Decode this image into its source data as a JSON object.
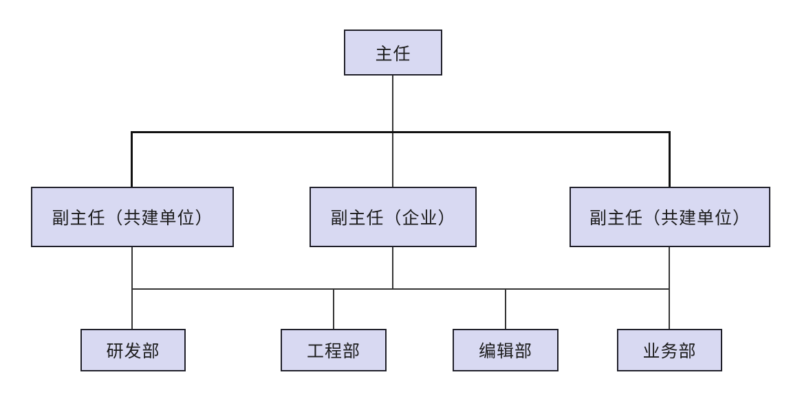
{
  "diagram": {
    "type": "org-chart",
    "nodes": {
      "director": {
        "label": "主任"
      },
      "deputy_left": {
        "label": "副主任（共建单位）"
      },
      "deputy_middle": {
        "label": "副主任（企业）"
      },
      "deputy_right": {
        "label": "副主任（共建单位）"
      },
      "dept_rnd": {
        "label": "研发部"
      },
      "dept_eng": {
        "label": "工程部"
      },
      "dept_edit": {
        "label": "编辑部"
      },
      "dept_biz": {
        "label": "业务部"
      }
    },
    "hierarchy": [
      {
        "parent": "主任",
        "children": [
          "副主任（共建单位）",
          "副主任（企业）",
          "副主任（共建单位）"
        ]
      },
      {
        "parent": "副主任（共建单位）/副主任（企业）/副主任（共建单位）",
        "children": [
          "研发部",
          "工程部",
          "编辑部",
          "业务部"
        ]
      }
    ],
    "colors": {
      "node_fill": "#d8d9f2",
      "node_border": "#1f1f29",
      "connector_thin": "#333333",
      "connector_thick": "#111111",
      "background": "#ffffff",
      "text": "#1c1c1c"
    }
  }
}
